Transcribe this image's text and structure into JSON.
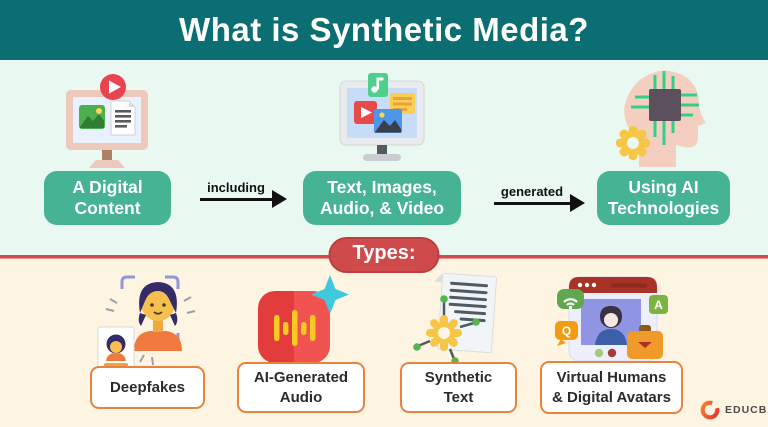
{
  "header": {
    "title": "What is Synthetic Media?"
  },
  "flow": {
    "steps": [
      {
        "icon": "monitor-play-icon",
        "lines": [
          "A Digital",
          "Content"
        ]
      },
      {
        "icon": "media-monitor-icon",
        "lines": [
          "Text, Images,",
          "Audio, & Video"
        ]
      },
      {
        "icon": "ai-head-chip-icon",
        "lines": [
          "Using AI",
          "Technologies"
        ]
      }
    ],
    "connectors": [
      {
        "label": "including"
      },
      {
        "label": "generated"
      }
    ]
  },
  "types": {
    "badge_label": "Types:",
    "items": [
      {
        "icon": "face-scan-deepfake-icon",
        "lines": [
          "Deepfakes"
        ]
      },
      {
        "icon": "audio-waveform-icon",
        "lines": [
          "AI-Generated",
          "Audio"
        ]
      },
      {
        "icon": "document-gear-icon",
        "lines": [
          "Synthetic",
          "Text"
        ]
      },
      {
        "icon": "avatar-browser-icon",
        "lines": [
          "Virtual Humans",
          "& Digital Avatars"
        ]
      }
    ]
  },
  "footer": {
    "brand": "EDUCBA"
  },
  "colors": {
    "header_teal": "#0b6e72",
    "flow_bg_mint": "#eaf8f2",
    "types_bg_cream": "#fdf5e1",
    "step_button_green": "#45b394",
    "badge_red": "#cf4a4a",
    "divider_red": "#cf4a4a",
    "type_box_border_orange": "#e8823c",
    "arrow_black": "#111111"
  }
}
